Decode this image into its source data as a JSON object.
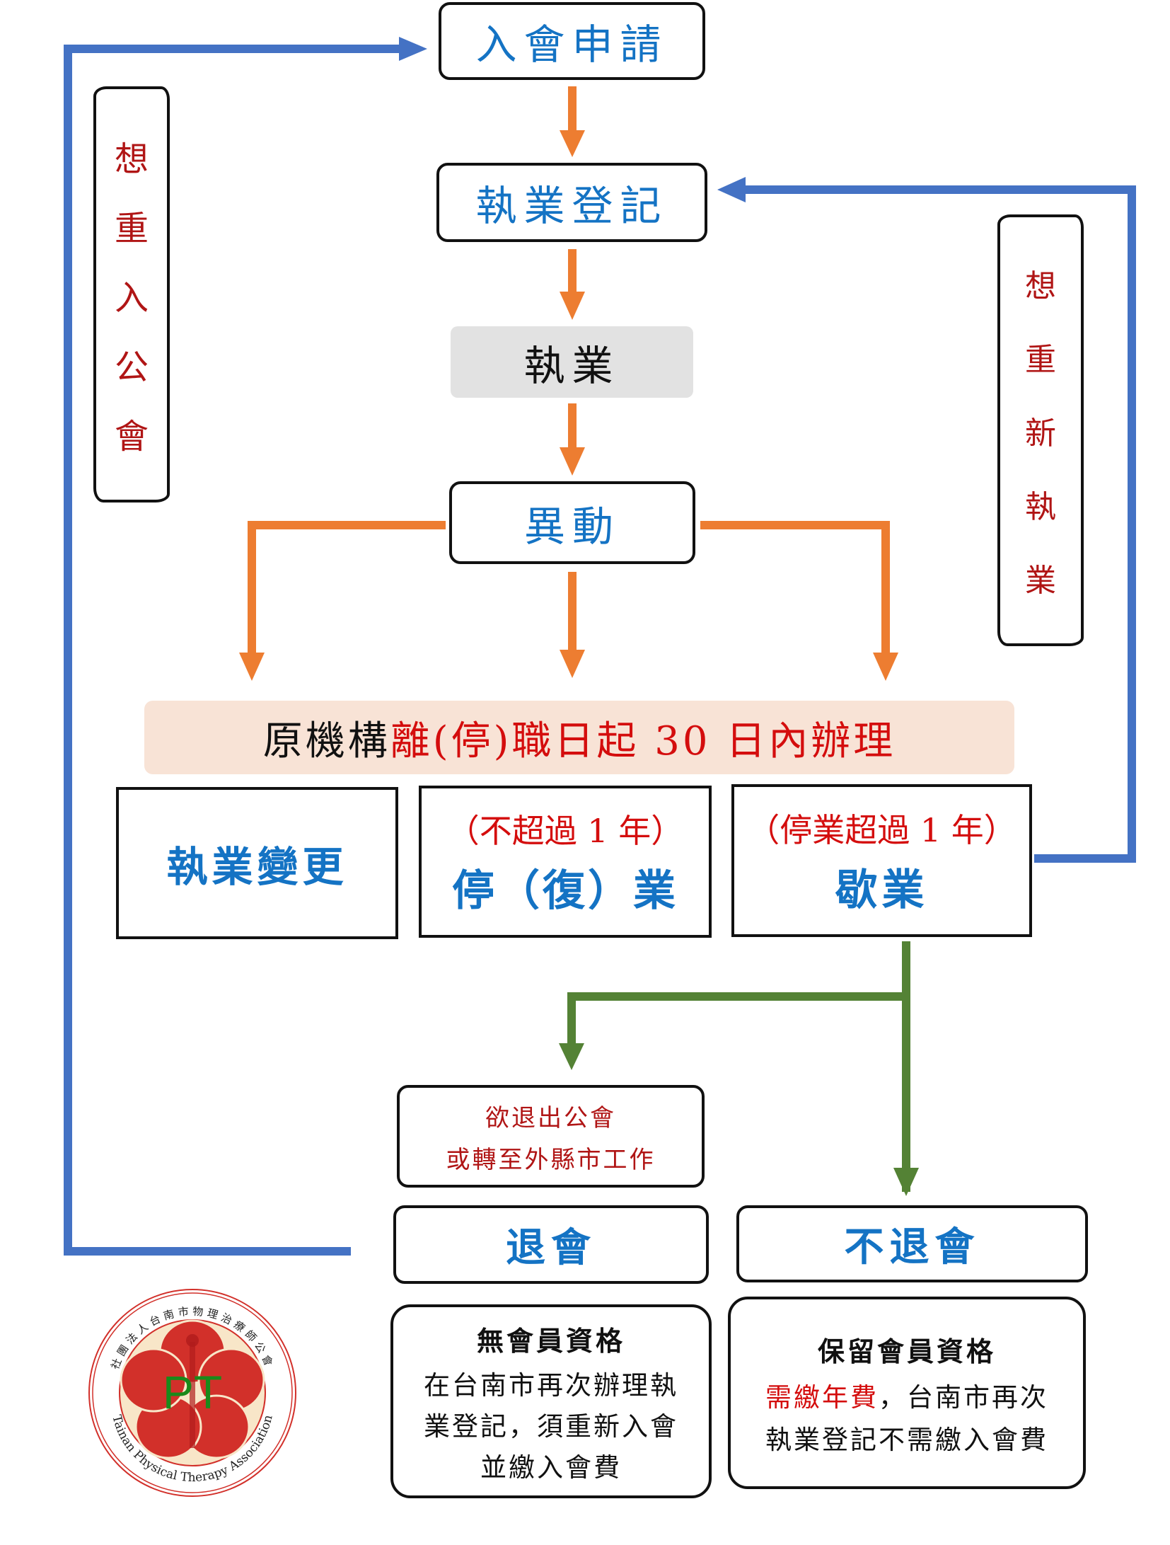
{
  "colors": {
    "flow_orange": "#ed7d31",
    "loop_blue": "#4472c4",
    "exit_green": "#548235",
    "label_blue": "#1473c4",
    "note_red": "#d40d0d",
    "banner_bg": "#f8e3d6",
    "practice_bg": "#e2e2e2"
  },
  "steps": {
    "apply": "入會申請",
    "register": "執業登記",
    "practice": "執業",
    "change": "異動"
  },
  "side_notes": {
    "rejoin": [
      "想",
      "重",
      "入",
      "公",
      "會"
    ],
    "repractice": [
      "想",
      "重",
      "新",
      "執",
      "業"
    ]
  },
  "banner": {
    "prefix": "原機構",
    "highlight": "離(停)職日起 30 日內辦理"
  },
  "options": [
    {
      "note": "",
      "title": "執業變更"
    },
    {
      "note": "（不超過 1 年）",
      "title": "停（復）業"
    },
    {
      "note": "（停業超過 1 年）",
      "title": "歇業"
    }
  ],
  "exit_condition": {
    "line1": "欲退出公會",
    "line2": "或轉至外縣市工作"
  },
  "outcomes": {
    "withdraw": {
      "title": "退會",
      "status": "無會員資格",
      "desc_lines": [
        "在台南市再次辦理執",
        "業登記，須重新入會",
        "並繳入會費"
      ]
    },
    "stay": {
      "title": "不退會",
      "status": "保留會員資格",
      "desc_red": "需繳年費",
      "desc_rest": "，台南市再次",
      "desc_line2": "執業登記不需繳入會費"
    }
  },
  "logo": {
    "ring_text_cn": "社團法人台南市物理治療師公會",
    "ring_text_en": "Tainan Physical Therapy Association",
    "mark": "PT"
  }
}
